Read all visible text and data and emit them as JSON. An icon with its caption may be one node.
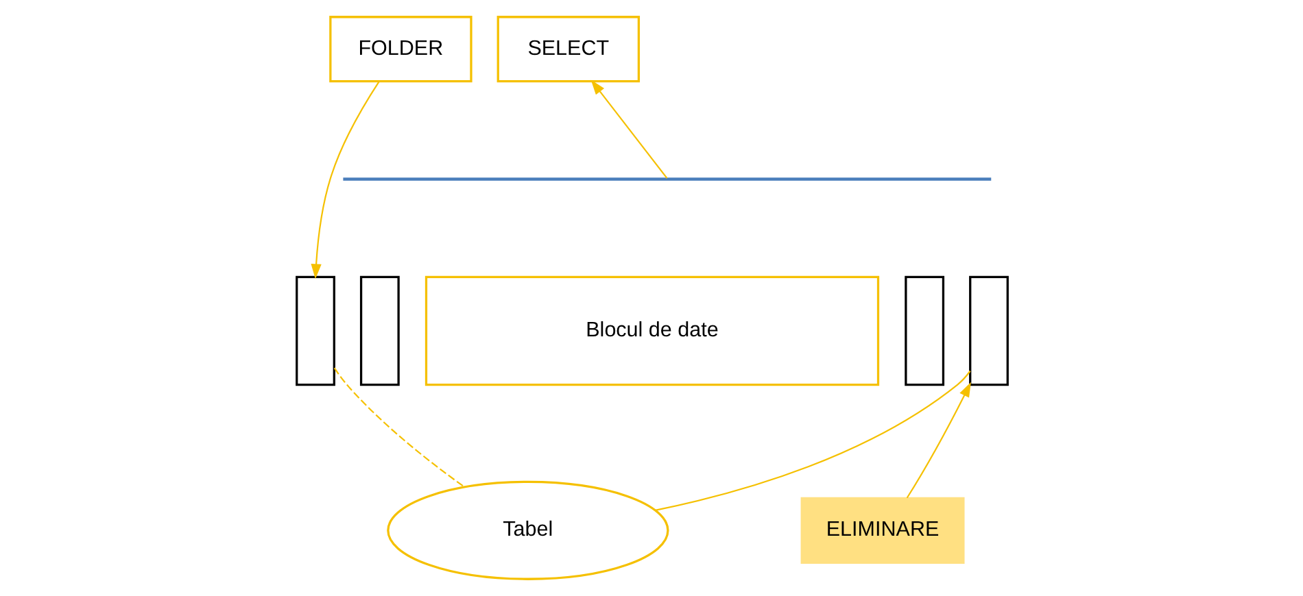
{
  "diagram": {
    "nodes": [
      {
        "text": [
          "FOLDER"
        ]
      },
      {
        "text": [
          "SELECT"
        ]
      },
      {
        "text": [],
        "shape": "bar"
      },
      {
        "text": [],
        "shape": "bar"
      },
      {
        "text": [
          "Blocul de date"
        ]
      },
      {
        "text": [],
        "shape": "bar"
      },
      {
        "text": [],
        "shape": "bar"
      },
      {
        "text": [
          "Tabel"
        ]
      },
      {
        "text": [
          "ELIMINARE"
        ]
      }
    ],
    "edges": [
      {
        "from": 0,
        "to": 2,
        "arrow": "to"
      },
      {
        "from": null,
        "to": 1,
        "arrow": "to"
      },
      {
        "from": 2,
        "to": 7,
        "arrow": "none",
        "style": "dashed"
      },
      {
        "from": 7,
        "to": 6,
        "arrow": "none"
      },
      {
        "from": 8,
        "to": 6,
        "arrow": "to"
      }
    ]
  }
}
